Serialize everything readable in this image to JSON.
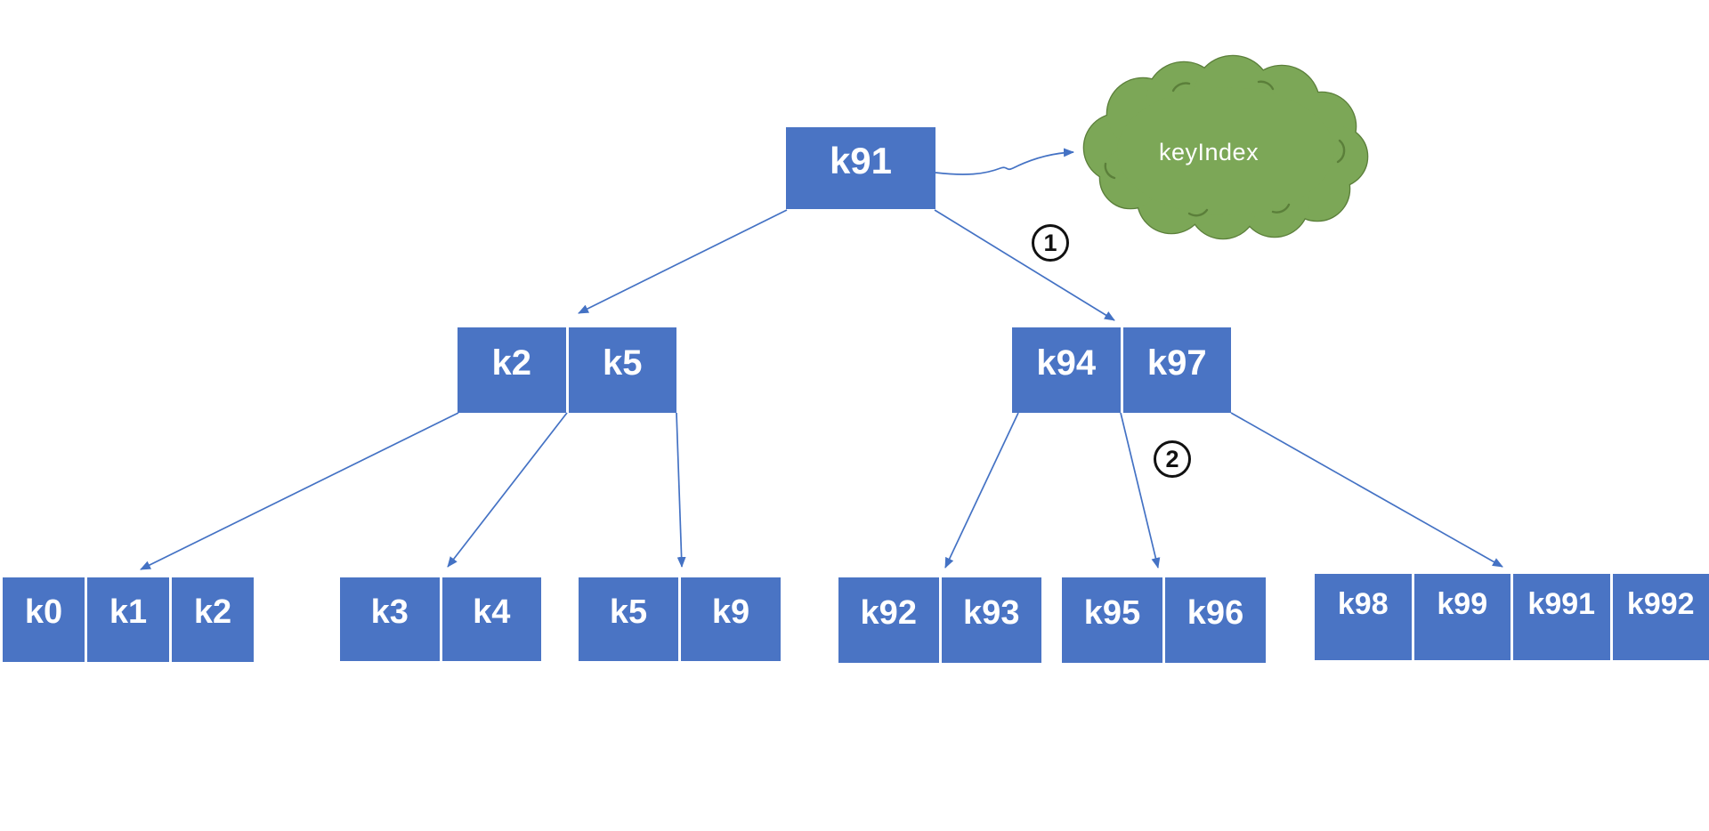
{
  "colors": {
    "node_fill": "#4A74C4",
    "node_text": "#FFFFFF",
    "connector": "#4472C4",
    "cloud_fill": "#7CA757",
    "cloud_stroke": "#5B7F3A",
    "annotation": "#111111",
    "bg": "#FFFFFF"
  },
  "cloud": {
    "label": "keyIndex"
  },
  "annotations": {
    "step1": "1",
    "step2": "2"
  },
  "tree": {
    "root": {
      "keys": [
        "k91"
      ]
    },
    "internal": [
      {
        "keys": [
          "k2",
          "k5"
        ]
      },
      {
        "keys": [
          "k94",
          "k97"
        ]
      }
    ],
    "leaves": [
      {
        "keys": [
          "k0",
          "k1",
          "k2"
        ]
      },
      {
        "keys": [
          "k3",
          "k4"
        ]
      },
      {
        "keys": [
          "k5",
          "k9"
        ]
      },
      {
        "keys": [
          "k92",
          "k93"
        ]
      },
      {
        "keys": [
          "k95",
          "k96"
        ]
      },
      {
        "keys": [
          "k98",
          "k99",
          "k991",
          "k992"
        ]
      }
    ]
  }
}
